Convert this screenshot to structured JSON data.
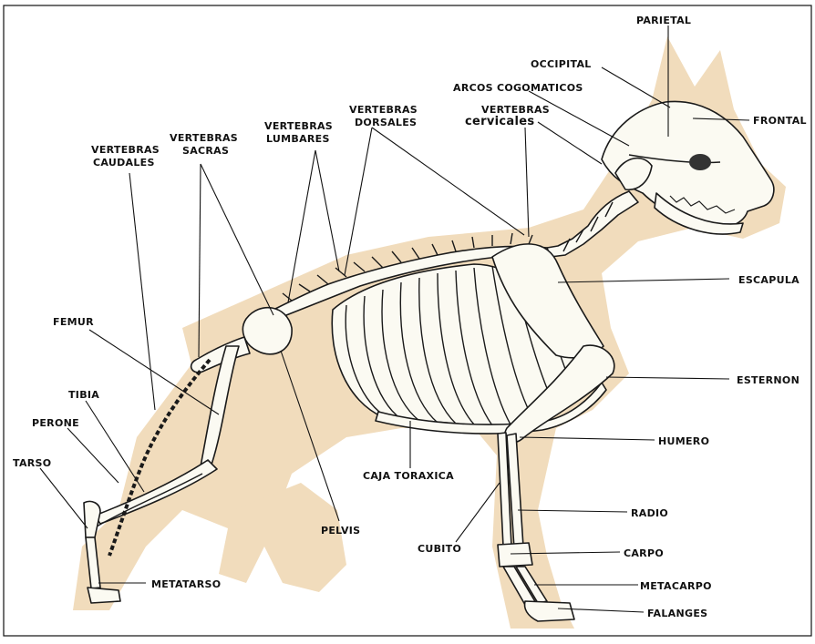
{
  "diagram": {
    "colors": {
      "background": "#ffffff",
      "silhouette": "#f1dcbc",
      "bone": "#fbfaf2",
      "outline": "#1a1a1a",
      "label": "#111111"
    },
    "labels": {
      "parietal": "PARIETAL",
      "occipital": "OCCIPITAL",
      "arcos_cigomaticos": "ARCOS COGOMATICOS",
      "frontal": "FRONTAL",
      "vertebras_cervicales_1": "VERTEBRAS",
      "vertebras_cervicales_2": "cervicales",
      "vertebras_dorsales_1": "VERTEBRAS",
      "vertebras_dorsales_2": "DORSALES",
      "vertebras_lumbares_1": "VERTEBRAS",
      "vertebras_lumbares_2": "LUMBARES",
      "vertebras_sacras_1": "VERTEBRAS",
      "vertebras_sacras_2": "SACRAS",
      "vertebras_caudales_1": "VERTEBRAS",
      "vertebras_caudales_2": "CAUDALES",
      "escapula": "ESCAPULA",
      "esternon": "ESTERNON",
      "humero": "HUMERO",
      "radio": "RADIO",
      "carpo": "CARPO",
      "metacarpo": "METACARPO",
      "falanges": "FALANGES",
      "cubito": "CUBITO",
      "caja_toraxica": "CAJA TORAXICA",
      "pelvis": "PELVIS",
      "femur": "FEMUR",
      "tibia": "TIBIA",
      "perone": "PERONE",
      "tarso": "TARSO",
      "metatarso": "METATARSO"
    }
  }
}
